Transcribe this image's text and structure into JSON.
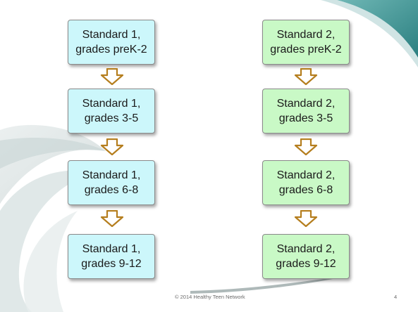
{
  "diagram": {
    "left_column": [
      {
        "line1": "Standard 1,",
        "line2": "grades preK-2"
      },
      {
        "line1": "Standard 1,",
        "line2": "grades 3-5"
      },
      {
        "line1": "Standard 1,",
        "line2": "grades 6-8"
      },
      {
        "line1": "Standard 1,",
        "line2": "grades 9-12"
      }
    ],
    "right_column": [
      {
        "line1": "Standard 2,",
        "line2": "grades preK-2"
      },
      {
        "line1": "Standard 2,",
        "line2": "grades 3-5"
      },
      {
        "line1": "Standard 2,",
        "line2": "grades 6-8"
      },
      {
        "line1": "Standard 2,",
        "line2": "grades 9-12"
      }
    ]
  },
  "footer": {
    "copyright": "© 2014  Healthy Teen Network",
    "page_number": "4"
  },
  "colors": {
    "left_box_fill": "#ccf7fb",
    "right_box_fill": "#c9f9c6",
    "arrow_outline": "#b57e1e",
    "swoosh_teal": "#2f8a8a"
  }
}
